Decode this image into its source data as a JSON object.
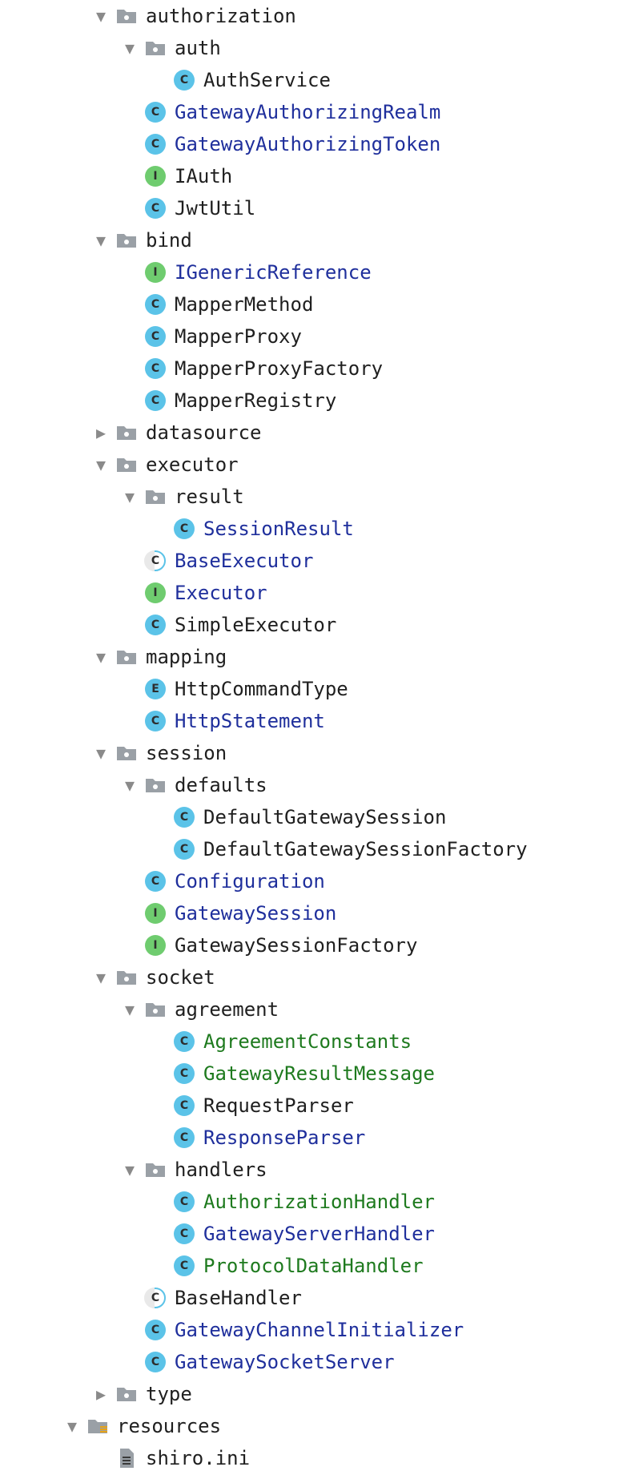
{
  "colors": {
    "default_text": "#1f1f1f",
    "modified_text": "#1f2f9c",
    "added_text": "#1e7a1e",
    "class_badge": "#5bc3e8",
    "interface_badge": "#6fcc6f",
    "folder_icon": "#9aa0a6"
  },
  "tree": [
    {
      "label": "authorization",
      "kind": "package",
      "expander": "expanded",
      "depth": 1,
      "status": "default"
    },
    {
      "label": "auth",
      "kind": "package",
      "expander": "expanded",
      "depth": 2,
      "status": "default"
    },
    {
      "label": "AuthService",
      "kind": "class",
      "expander": "none",
      "depth": 3,
      "status": "default"
    },
    {
      "label": "GatewayAuthorizingRealm",
      "kind": "class",
      "expander": "none",
      "depth": 2,
      "status": "modified"
    },
    {
      "label": "GatewayAuthorizingToken",
      "kind": "class",
      "expander": "none",
      "depth": 2,
      "status": "modified"
    },
    {
      "label": "IAuth",
      "kind": "interface",
      "expander": "none",
      "depth": 2,
      "status": "default"
    },
    {
      "label": "JwtUtil",
      "kind": "class",
      "expander": "none",
      "depth": 2,
      "status": "default"
    },
    {
      "label": "bind",
      "kind": "package",
      "expander": "expanded",
      "depth": 1,
      "status": "default"
    },
    {
      "label": "IGenericReference",
      "kind": "interface",
      "expander": "none",
      "depth": 2,
      "status": "modified"
    },
    {
      "label": "MapperMethod",
      "kind": "class",
      "expander": "none",
      "depth": 2,
      "status": "default"
    },
    {
      "label": "MapperProxy",
      "kind": "class",
      "expander": "none",
      "depth": 2,
      "status": "default"
    },
    {
      "label": "MapperProxyFactory",
      "kind": "class",
      "expander": "none",
      "depth": 2,
      "status": "default"
    },
    {
      "label": "MapperRegistry",
      "kind": "class",
      "expander": "none",
      "depth": 2,
      "status": "default"
    },
    {
      "label": "datasource",
      "kind": "package",
      "expander": "collapsed",
      "depth": 1,
      "status": "default"
    },
    {
      "label": "executor",
      "kind": "package",
      "expander": "expanded",
      "depth": 1,
      "status": "default"
    },
    {
      "label": "result",
      "kind": "package",
      "expander": "expanded",
      "depth": 2,
      "status": "default"
    },
    {
      "label": "SessionResult",
      "kind": "class",
      "expander": "none",
      "depth": 3,
      "status": "modified"
    },
    {
      "label": "BaseExecutor",
      "kind": "abstract",
      "expander": "none",
      "depth": 2,
      "status": "modified"
    },
    {
      "label": "Executor",
      "kind": "interface",
      "expander": "none",
      "depth": 2,
      "status": "modified"
    },
    {
      "label": "SimpleExecutor",
      "kind": "class",
      "expander": "none",
      "depth": 2,
      "status": "default"
    },
    {
      "label": "mapping",
      "kind": "package",
      "expander": "expanded",
      "depth": 1,
      "status": "default"
    },
    {
      "label": "HttpCommandType",
      "kind": "enum",
      "expander": "none",
      "depth": 2,
      "status": "default"
    },
    {
      "label": "HttpStatement",
      "kind": "class",
      "expander": "none",
      "depth": 2,
      "status": "modified"
    },
    {
      "label": "session",
      "kind": "package",
      "expander": "expanded",
      "depth": 1,
      "status": "default"
    },
    {
      "label": "defaults",
      "kind": "package",
      "expander": "expanded",
      "depth": 2,
      "status": "default"
    },
    {
      "label": "DefaultGatewaySession",
      "kind": "class",
      "expander": "none",
      "depth": 3,
      "status": "default"
    },
    {
      "label": "DefaultGatewaySessionFactory",
      "kind": "class",
      "expander": "none",
      "depth": 3,
      "status": "default"
    },
    {
      "label": "Configuration",
      "kind": "class",
      "expander": "none",
      "depth": 2,
      "status": "modified"
    },
    {
      "label": "GatewaySession",
      "kind": "interface",
      "expander": "none",
      "depth": 2,
      "status": "modified"
    },
    {
      "label": "GatewaySessionFactory",
      "kind": "interface",
      "expander": "none",
      "depth": 2,
      "status": "default"
    },
    {
      "label": "socket",
      "kind": "package",
      "expander": "expanded",
      "depth": 1,
      "status": "default"
    },
    {
      "label": "agreement",
      "kind": "package",
      "expander": "expanded",
      "depth": 2,
      "status": "default"
    },
    {
      "label": "AgreementConstants",
      "kind": "class",
      "expander": "none",
      "depth": 3,
      "status": "added"
    },
    {
      "label": "GatewayResultMessage",
      "kind": "class",
      "expander": "none",
      "depth": 3,
      "status": "added"
    },
    {
      "label": "RequestParser",
      "kind": "class",
      "expander": "none",
      "depth": 3,
      "status": "default"
    },
    {
      "label": "ResponseParser",
      "kind": "class",
      "expander": "none",
      "depth": 3,
      "status": "modified"
    },
    {
      "label": "handlers",
      "kind": "package",
      "expander": "expanded",
      "depth": 2,
      "status": "default"
    },
    {
      "label": "AuthorizationHandler",
      "kind": "class",
      "expander": "none",
      "depth": 3,
      "status": "added"
    },
    {
      "label": "GatewayServerHandler",
      "kind": "class",
      "expander": "none",
      "depth": 3,
      "status": "modified"
    },
    {
      "label": "ProtocolDataHandler",
      "kind": "class",
      "expander": "none",
      "depth": 3,
      "status": "added"
    },
    {
      "label": "BaseHandler",
      "kind": "abstract",
      "expander": "none",
      "depth": 2,
      "status": "default"
    },
    {
      "label": "GatewayChannelInitializer",
      "kind": "class",
      "expander": "none",
      "depth": 2,
      "status": "modified"
    },
    {
      "label": "GatewaySocketServer",
      "kind": "class",
      "expander": "none",
      "depth": 2,
      "status": "modified"
    },
    {
      "label": "type",
      "kind": "package",
      "expander": "collapsed",
      "depth": 1,
      "status": "default"
    },
    {
      "label": "resources",
      "kind": "resources-folder",
      "expander": "expanded",
      "depth": 0,
      "status": "default"
    },
    {
      "label": "shiro.ini",
      "kind": "file",
      "expander": "none",
      "depth": 1,
      "status": "default"
    }
  ]
}
